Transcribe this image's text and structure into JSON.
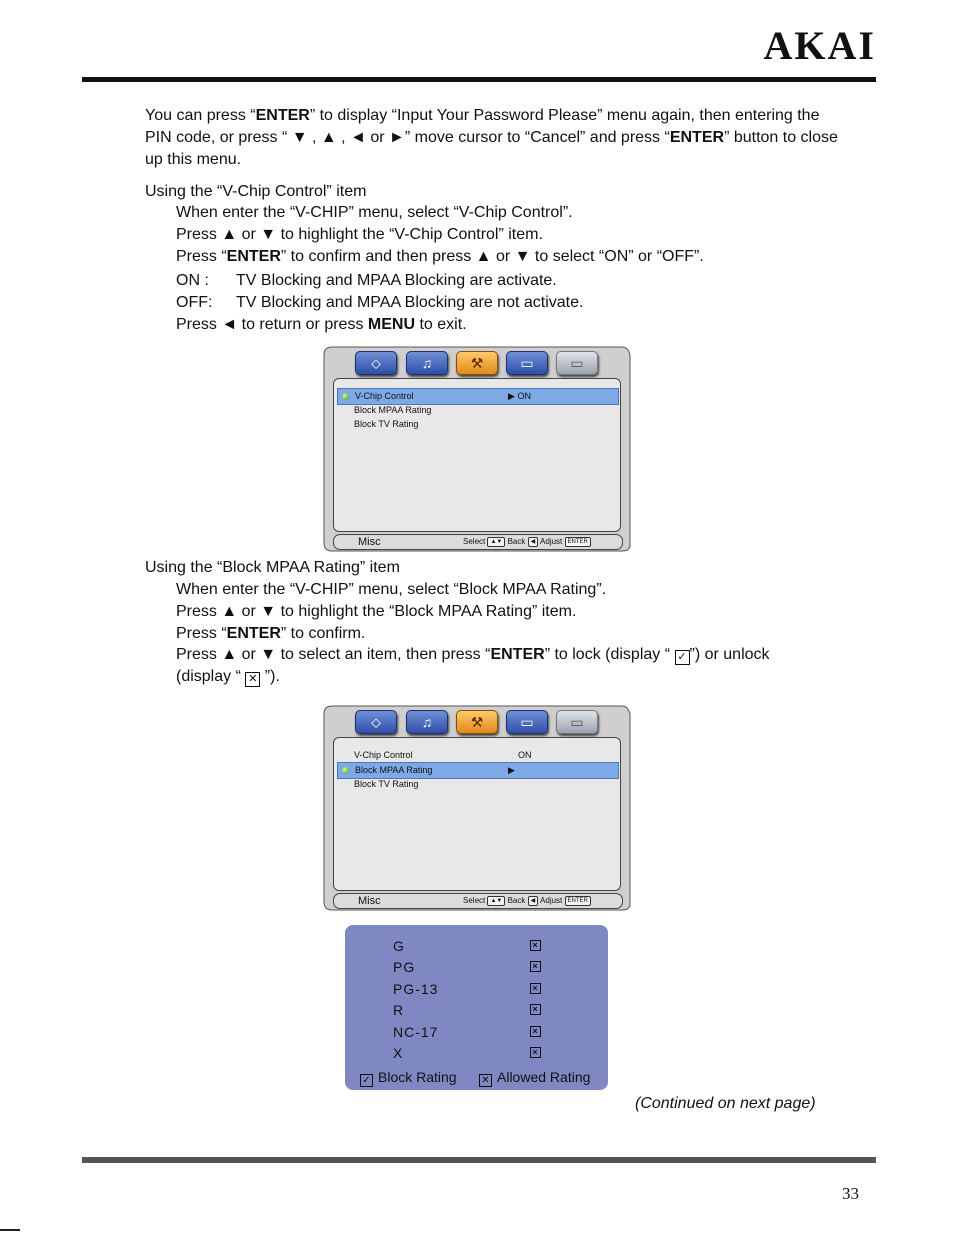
{
  "brand": "AKAI",
  "page_number": "33",
  "intro": {
    "t1": "You can press “",
    "k1": "ENTER",
    "t2": "” to display “Input Your Password Please” menu again, then entering the PIN code, or press “ ▼ , ▲ , ◄ or ►” move cursor to “Cancel” and press “",
    "k2": "ENTER",
    "t3": "” button to close up this menu."
  },
  "section1": {
    "heading": "Using the “V-Chip Control” item",
    "l1": "When enter the “V-CHIP” menu, select “V-Chip Control”.",
    "l2": "Press ▲ or ▼ to highlight the “V-Chip Control” item.",
    "l3a": "Press “",
    "l3k": "ENTER",
    "l3b": "” to confirm and then press ▲ or ▼ to select “ON” or “OFF”.",
    "on_label": "ON  :",
    "on_text": "TV Blocking and MPAA Blocking are activate.",
    "off_label": "OFF:",
    "off_text": "TV Blocking and MPAA Blocking are not activate.",
    "l6a": "Press ◄ to return or press ",
    "l6k": "MENU",
    "l6b": " to exit."
  },
  "menu": {
    "tabs": [
      "picture-icon",
      "music-icon",
      "wrench-icon",
      "tv-icon",
      "monitor-icon"
    ],
    "items": [
      "V-Chip Control",
      "Block MPAA Rating",
      "Block TV Rating"
    ],
    "value_on": "ON",
    "arrow": "▶",
    "category": "Misc",
    "hint_select": "Select",
    "hint_select_key": "▲▼",
    "hint_back": "Back",
    "hint_back_key": "◀",
    "hint_adjust": "Adjust",
    "hint_adjust_key": "ENTER"
  },
  "section2": {
    "heading": "Using the “Block MPAA Rating” item",
    "l1": "When enter the “V-CHIP” menu, select “Block MPAA Rating”.",
    "l2": "Press ▲ or ▼ to highlight the “Block MPAA Rating” item.",
    "l3a": "Press “",
    "l3k": "ENTER",
    "l3b": "” to confirm.",
    "l4a": "Press ▲ or ▼ to select an item, then press “",
    "l4k": "ENTER",
    "l4b": "” to lock (display “ ",
    "l4c": "”) or unlock",
    "l5a": "(display “ ",
    "l5b": " ”)."
  },
  "ratings": {
    "items": [
      "G",
      "PG",
      "PG-13",
      "R",
      "NC-17",
      "X"
    ],
    "legend_block": "Block Rating",
    "legend_allowed": "Allowed Rating",
    "box_color": "#8088c4"
  },
  "continued": "(Continued on next page)"
}
